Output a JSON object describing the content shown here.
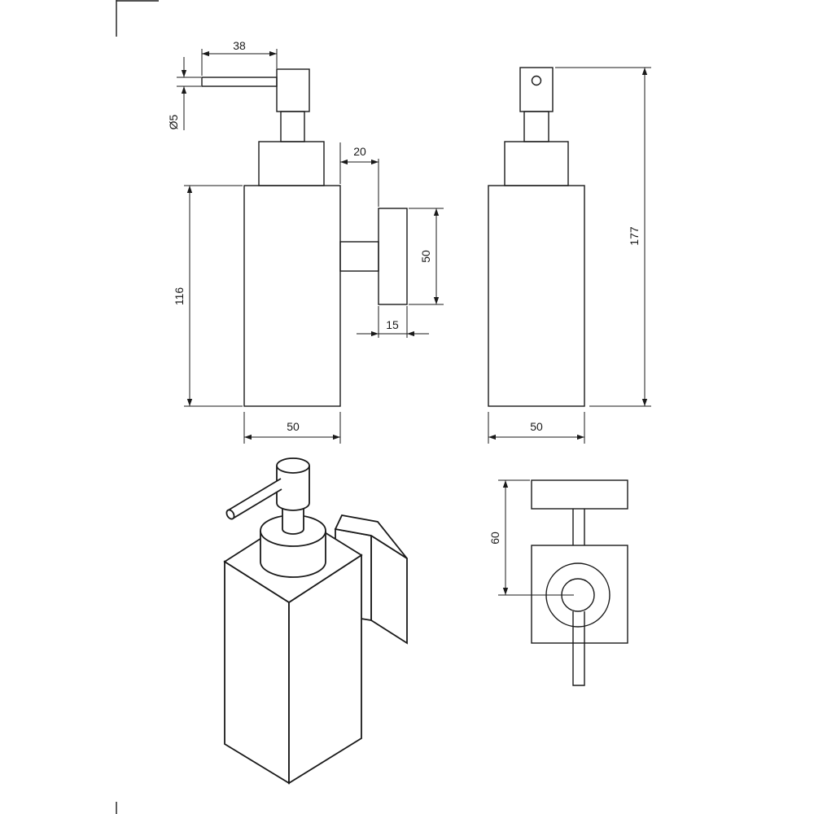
{
  "dimensions": {
    "spout_length": "38",
    "spout_diameter": "Ø5",
    "bracket_offset": "20",
    "bracket_height": "50",
    "bracket_depth": "15",
    "body_height": "116",
    "body_width_front": "50",
    "body_width_side": "50",
    "total_height": "177",
    "wall_distance": "60"
  }
}
